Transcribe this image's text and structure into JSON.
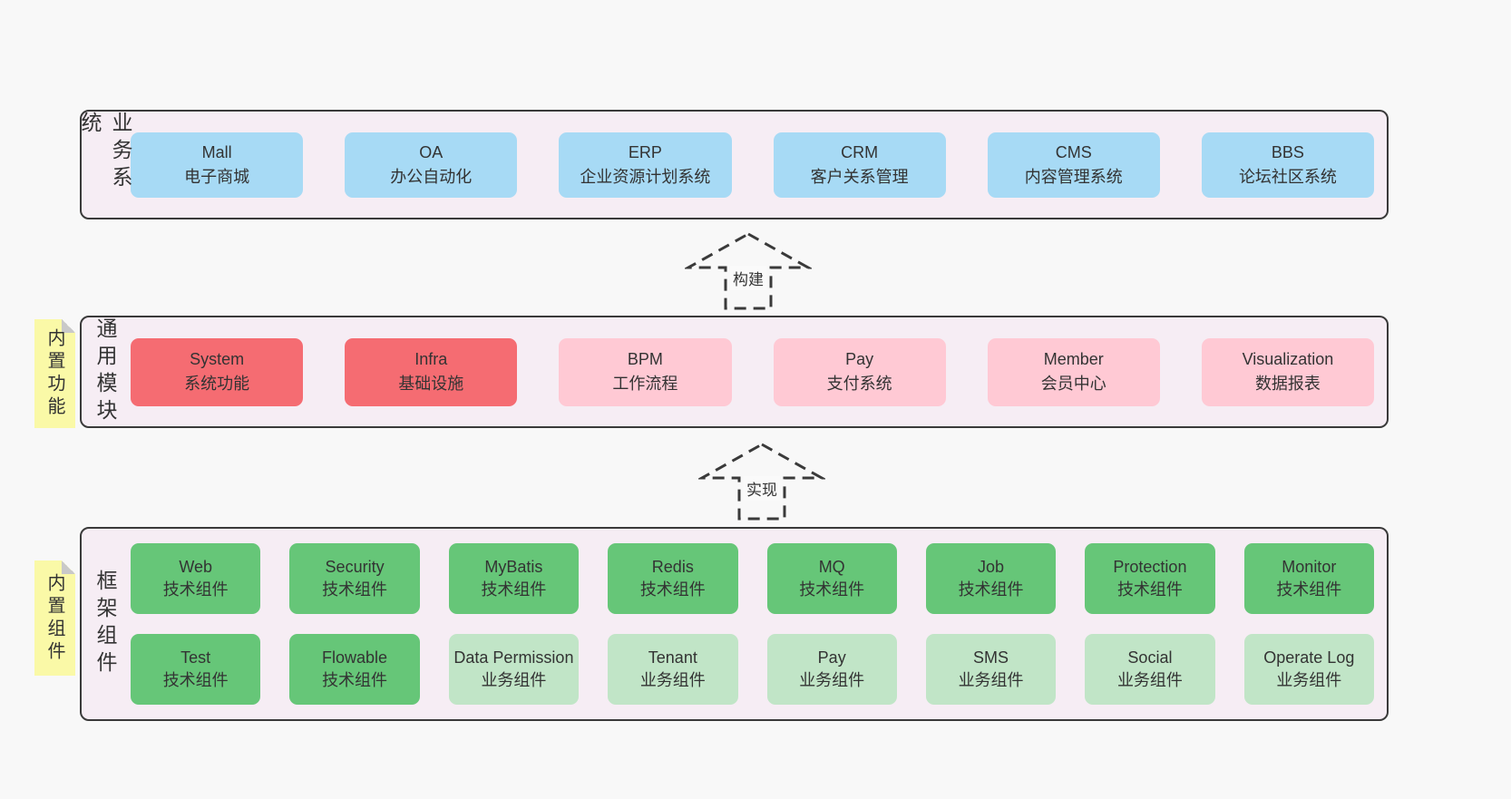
{
  "colors": {
    "page_bg": "#f8f8f8",
    "band_fill": "#f6edf4",
    "band_border": "#3a3a3a",
    "blue_box": "#a7daf5",
    "red_box": "#f56c72",
    "pink_box": "#ffc9d4",
    "green_box": "#66c678",
    "light_green_box": "#c1e5c7",
    "sticky_yellow": "#faf9a7",
    "sticky_fold_gray": "#c9c9c9"
  },
  "bands": [
    {
      "label": "业务系统",
      "rows": [
        [
          {
            "name": "Mall",
            "desc": "电子商城"
          },
          {
            "name": "OA",
            "desc": "办公自动化"
          },
          {
            "name": "ERP",
            "desc": "企业资源计划系统"
          },
          {
            "name": "CRM",
            "desc": "客户关系管理"
          },
          {
            "name": "CMS",
            "desc": "内容管理系统"
          },
          {
            "name": "BBS",
            "desc": "论坛社区系统"
          }
        ]
      ]
    },
    {
      "label": "通用模块",
      "sticky": "内置功能",
      "rows": [
        [
          {
            "name": "System",
            "desc": "系统功能"
          },
          {
            "name": "Infra",
            "desc": "基础设施"
          },
          {
            "name": "BPM",
            "desc": "工作流程"
          },
          {
            "name": "Pay",
            "desc": "支付系统"
          },
          {
            "name": "Member",
            "desc": "会员中心"
          },
          {
            "name": "Visualization",
            "desc": "数据报表"
          }
        ]
      ]
    },
    {
      "label": "框架组件",
      "sticky": "内置组件",
      "rows": [
        [
          {
            "name": "Web",
            "desc": "技术组件"
          },
          {
            "name": "Security",
            "desc": "技术组件"
          },
          {
            "name": "MyBatis",
            "desc": "技术组件"
          },
          {
            "name": "Redis",
            "desc": "技术组件"
          },
          {
            "name": "MQ",
            "desc": "技术组件"
          },
          {
            "name": "Job",
            "desc": "技术组件"
          },
          {
            "name": "Protection",
            "desc": "技术组件"
          },
          {
            "name": "Monitor",
            "desc": "技术组件"
          }
        ],
        [
          {
            "name": "Test",
            "desc": "技术组件"
          },
          {
            "name": "Flowable",
            "desc": "技术组件"
          },
          {
            "name": "Data Permission",
            "desc": "业务组件"
          },
          {
            "name": "Tenant",
            "desc": "业务组件"
          },
          {
            "name": "Pay",
            "desc": "业务组件"
          },
          {
            "name": "SMS",
            "desc": "业务组件"
          },
          {
            "name": "Social",
            "desc": "业务组件"
          },
          {
            "name": "Operate Log",
            "desc": "业务组件"
          }
        ]
      ]
    }
  ],
  "arrows": [
    {
      "label": "构建"
    },
    {
      "label": "实现"
    }
  ]
}
